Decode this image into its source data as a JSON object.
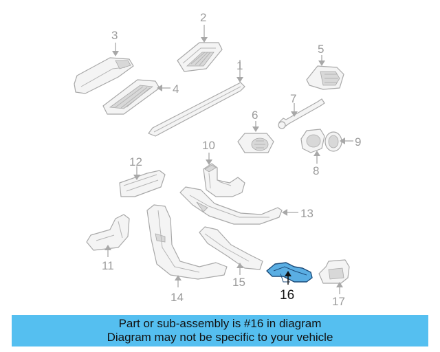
{
  "callouts": {
    "c1": "1",
    "c2": "2",
    "c3": "3",
    "c4": "4",
    "c5": "5",
    "c6": "6",
    "c7": "7",
    "c8": "8",
    "c9": "9",
    "c10": "10",
    "c11": "11",
    "c12": "12",
    "c13": "13",
    "c14": "14",
    "c15": "15",
    "c16": "16",
    "c17": "17"
  },
  "highlighted_part": "16",
  "colors": {
    "highlight_fill": "#5aaee3",
    "highlight_stroke": "#1b4a78",
    "line_art": "#a8a8a8",
    "banner": "#55bff0"
  },
  "banner": {
    "line1": "Part or sub-assembly is #16 in diagram",
    "line2": "Diagram may not be specific to your vehicle"
  }
}
